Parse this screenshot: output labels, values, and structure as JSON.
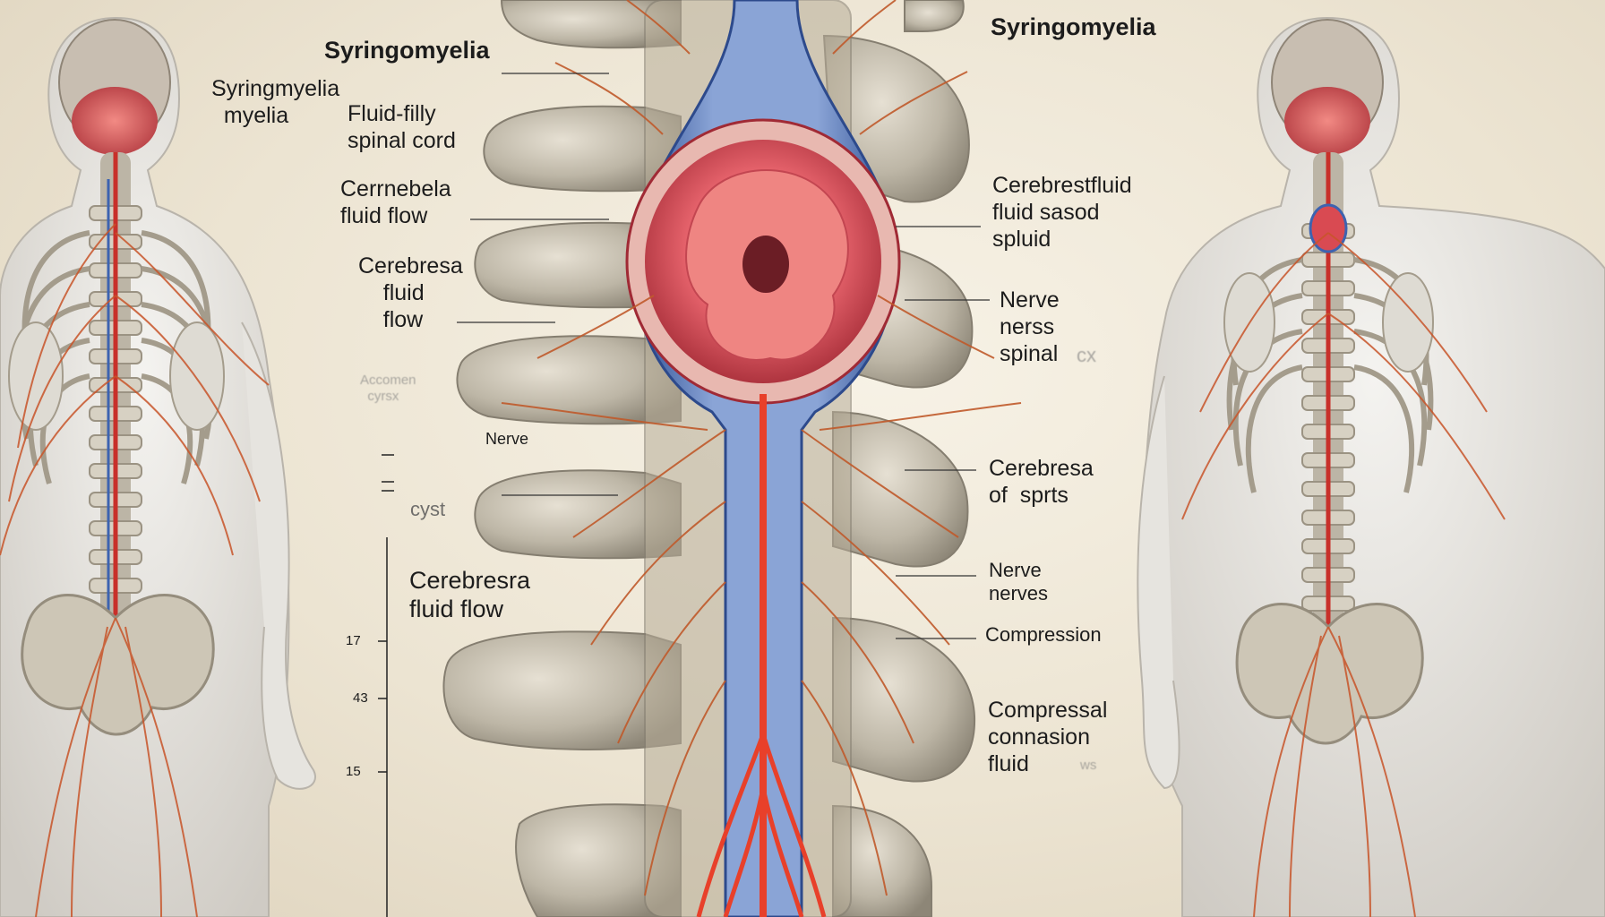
{
  "titles": {
    "center": "Syringomyelia",
    "right": "Syringomyelia"
  },
  "left_labels": {
    "syringomyelia_myelia": "Syringmyelia\n  myelia",
    "fluid_filly": "Fluid-filly\nspinal cord",
    "cerrebela": "Cerrnebela\nfluid flow",
    "cerebresa_1": "Cerebresa\n    fluid\n    flow",
    "faded": "Accomen\n  cyrsx",
    "nerve": "Nerve",
    "cyst": "cyst",
    "cerebresra": "Cerebresra\nfluid flow"
  },
  "right_labels": {
    "cerebrestfluid": "Cerebrestfluid\nfluid sasod\nspluid",
    "nerve_spinal": "Nerve\nnerss\nspinal",
    "spinal_suffix": "cx",
    "cerebresa_sprts": "Cerebresa\nof  sprts",
    "nerve_nerves": "Nerve\nnerves",
    "compression": "Compression",
    "compressal": "Compressal\nconnasion\nfluid",
    "faded_ws": "ws"
  },
  "scale_ticks": [
    "17",
    "43",
    "15"
  ],
  "colors": {
    "background": "#ece4d2",
    "bone": "#c9c2b2",
    "cord_outer": "#4a72b8",
    "syrinx": "#e25860",
    "nerve": "#c8552a",
    "artery": "#e8402a"
  }
}
